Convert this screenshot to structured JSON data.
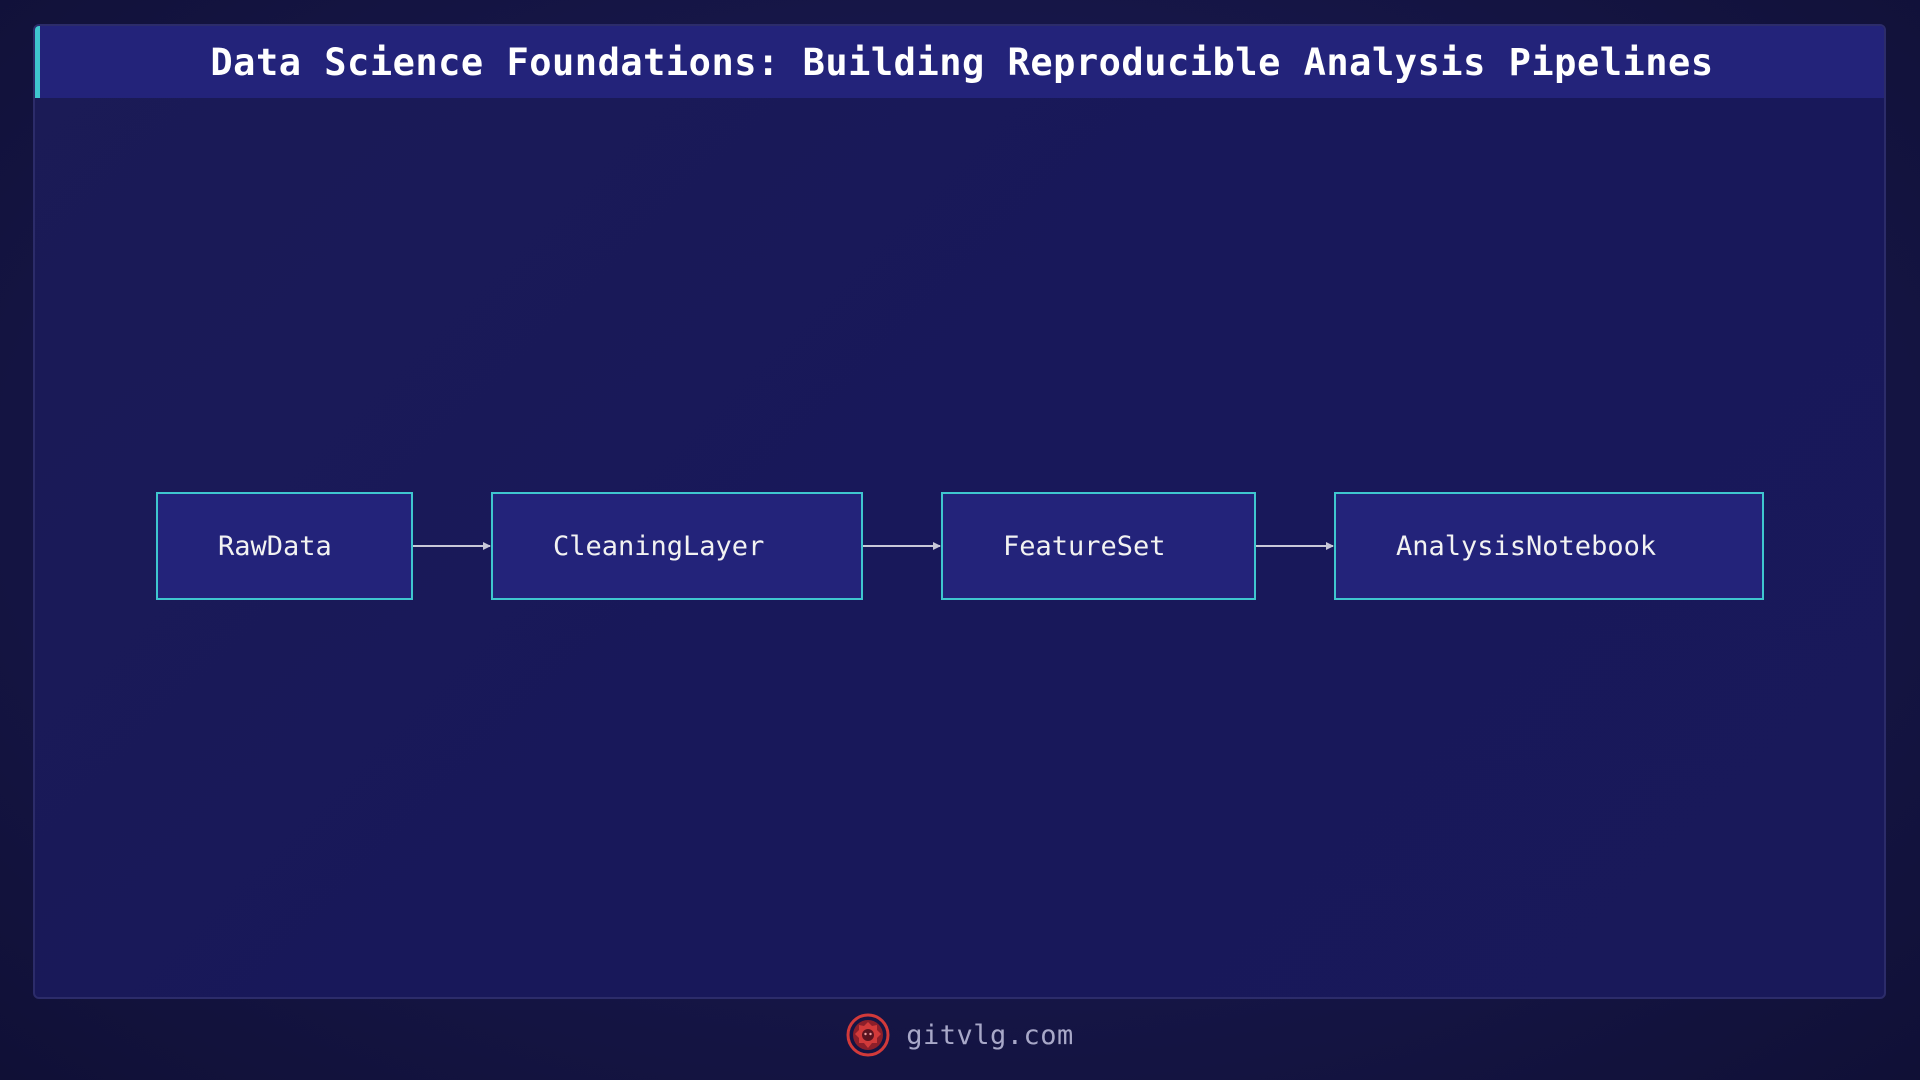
{
  "title": "Data Science Foundations: Building Reproducible Analysis Pipelines",
  "colors": {
    "background": "#161648",
    "node_fill": "#23237a",
    "node_border": "#3fc6cf",
    "accent": "#3fc6cf",
    "arrow": "#c8c8d8",
    "text": "#f2f2f2",
    "footer_text": "#a8a8c8",
    "logo": "#d23a3a"
  },
  "pipeline": {
    "nodes": [
      {
        "label": "RawData"
      },
      {
        "label": "CleaningLayer"
      },
      {
        "label": "FeatureSet"
      },
      {
        "label": "AnalysisNotebook"
      }
    ],
    "edges": [
      {
        "from": "RawData",
        "to": "CleaningLayer"
      },
      {
        "from": "CleaningLayer",
        "to": "FeatureSet"
      },
      {
        "from": "FeatureSet",
        "to": "AnalysisNotebook"
      }
    ]
  },
  "footer": {
    "logo_icon": "lion-logo-icon",
    "site": "gitvlg.com"
  }
}
